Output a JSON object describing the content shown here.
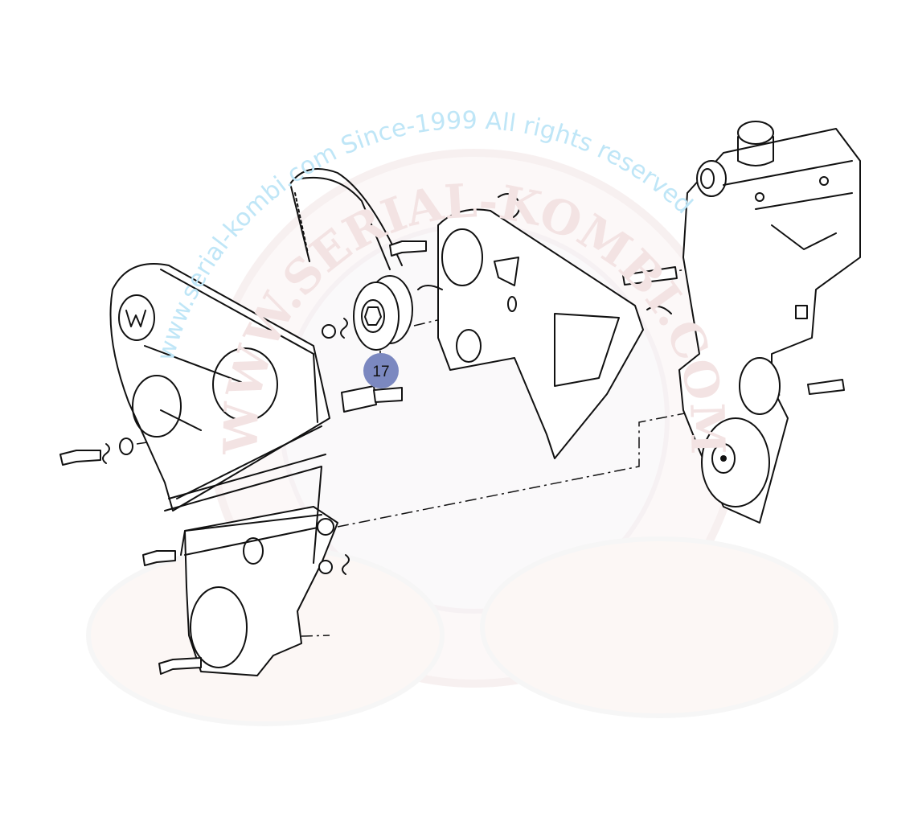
{
  "diagram": {
    "title": "Timing belt cover and tensioner exploded view",
    "callouts": [
      {
        "label": "17",
        "part": "tensioner-pulley",
        "color": "#7b88c0"
      }
    ]
  },
  "watermark": {
    "arc_text": "www.serial-kombi.com     Since-1999 All rights reserved",
    "inner_text": "WWW.SERIAL-KOMBI.COM",
    "colors": {
      "arc": "#bfe6f7",
      "inner": "#f3e3e3"
    }
  }
}
